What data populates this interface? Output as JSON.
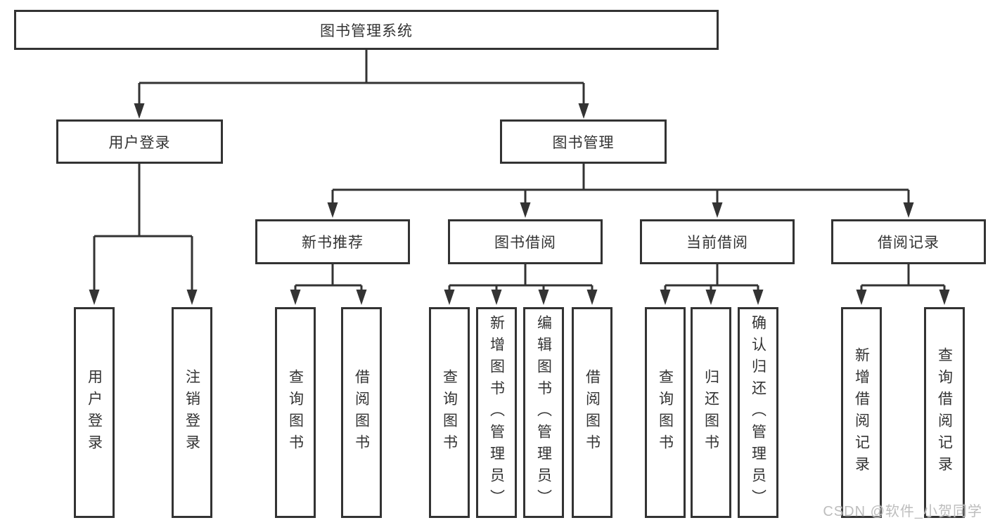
{
  "diagram": {
    "root": {
      "label": "图书管理系统"
    },
    "login_branch": {
      "label": "用户登录",
      "children": [
        {
          "label": "用户登录"
        },
        {
          "label": "注销登录"
        }
      ]
    },
    "mgmt_branch": {
      "label": "图书管理",
      "sections": [
        {
          "label": "新书推荐",
          "children": [
            {
              "label": "查询图书"
            },
            {
              "label": "借阅图书"
            }
          ]
        },
        {
          "label": "图书借阅",
          "children": [
            {
              "label": "查询图书"
            },
            {
              "label": "新增图书（管理员）"
            },
            {
              "label": "编辑图书（管理员）"
            },
            {
              "label": "借阅图书"
            }
          ]
        },
        {
          "label": "当前借阅",
          "children": [
            {
              "label": "查询图书"
            },
            {
              "label": "归还图书"
            },
            {
              "label": "确认归还（管理员）"
            }
          ]
        },
        {
          "label": "借阅记录",
          "children": [
            {
              "label": "新增借阅记录"
            },
            {
              "label": "查询借阅记录"
            }
          ]
        }
      ]
    }
  },
  "watermark": "CSDN @软件_小贺同学",
  "colors": {
    "line": "#333333",
    "box_border": "#333333",
    "box_background": "#ffffff",
    "text": "#333333",
    "watermark": "#b9b9b9"
  }
}
